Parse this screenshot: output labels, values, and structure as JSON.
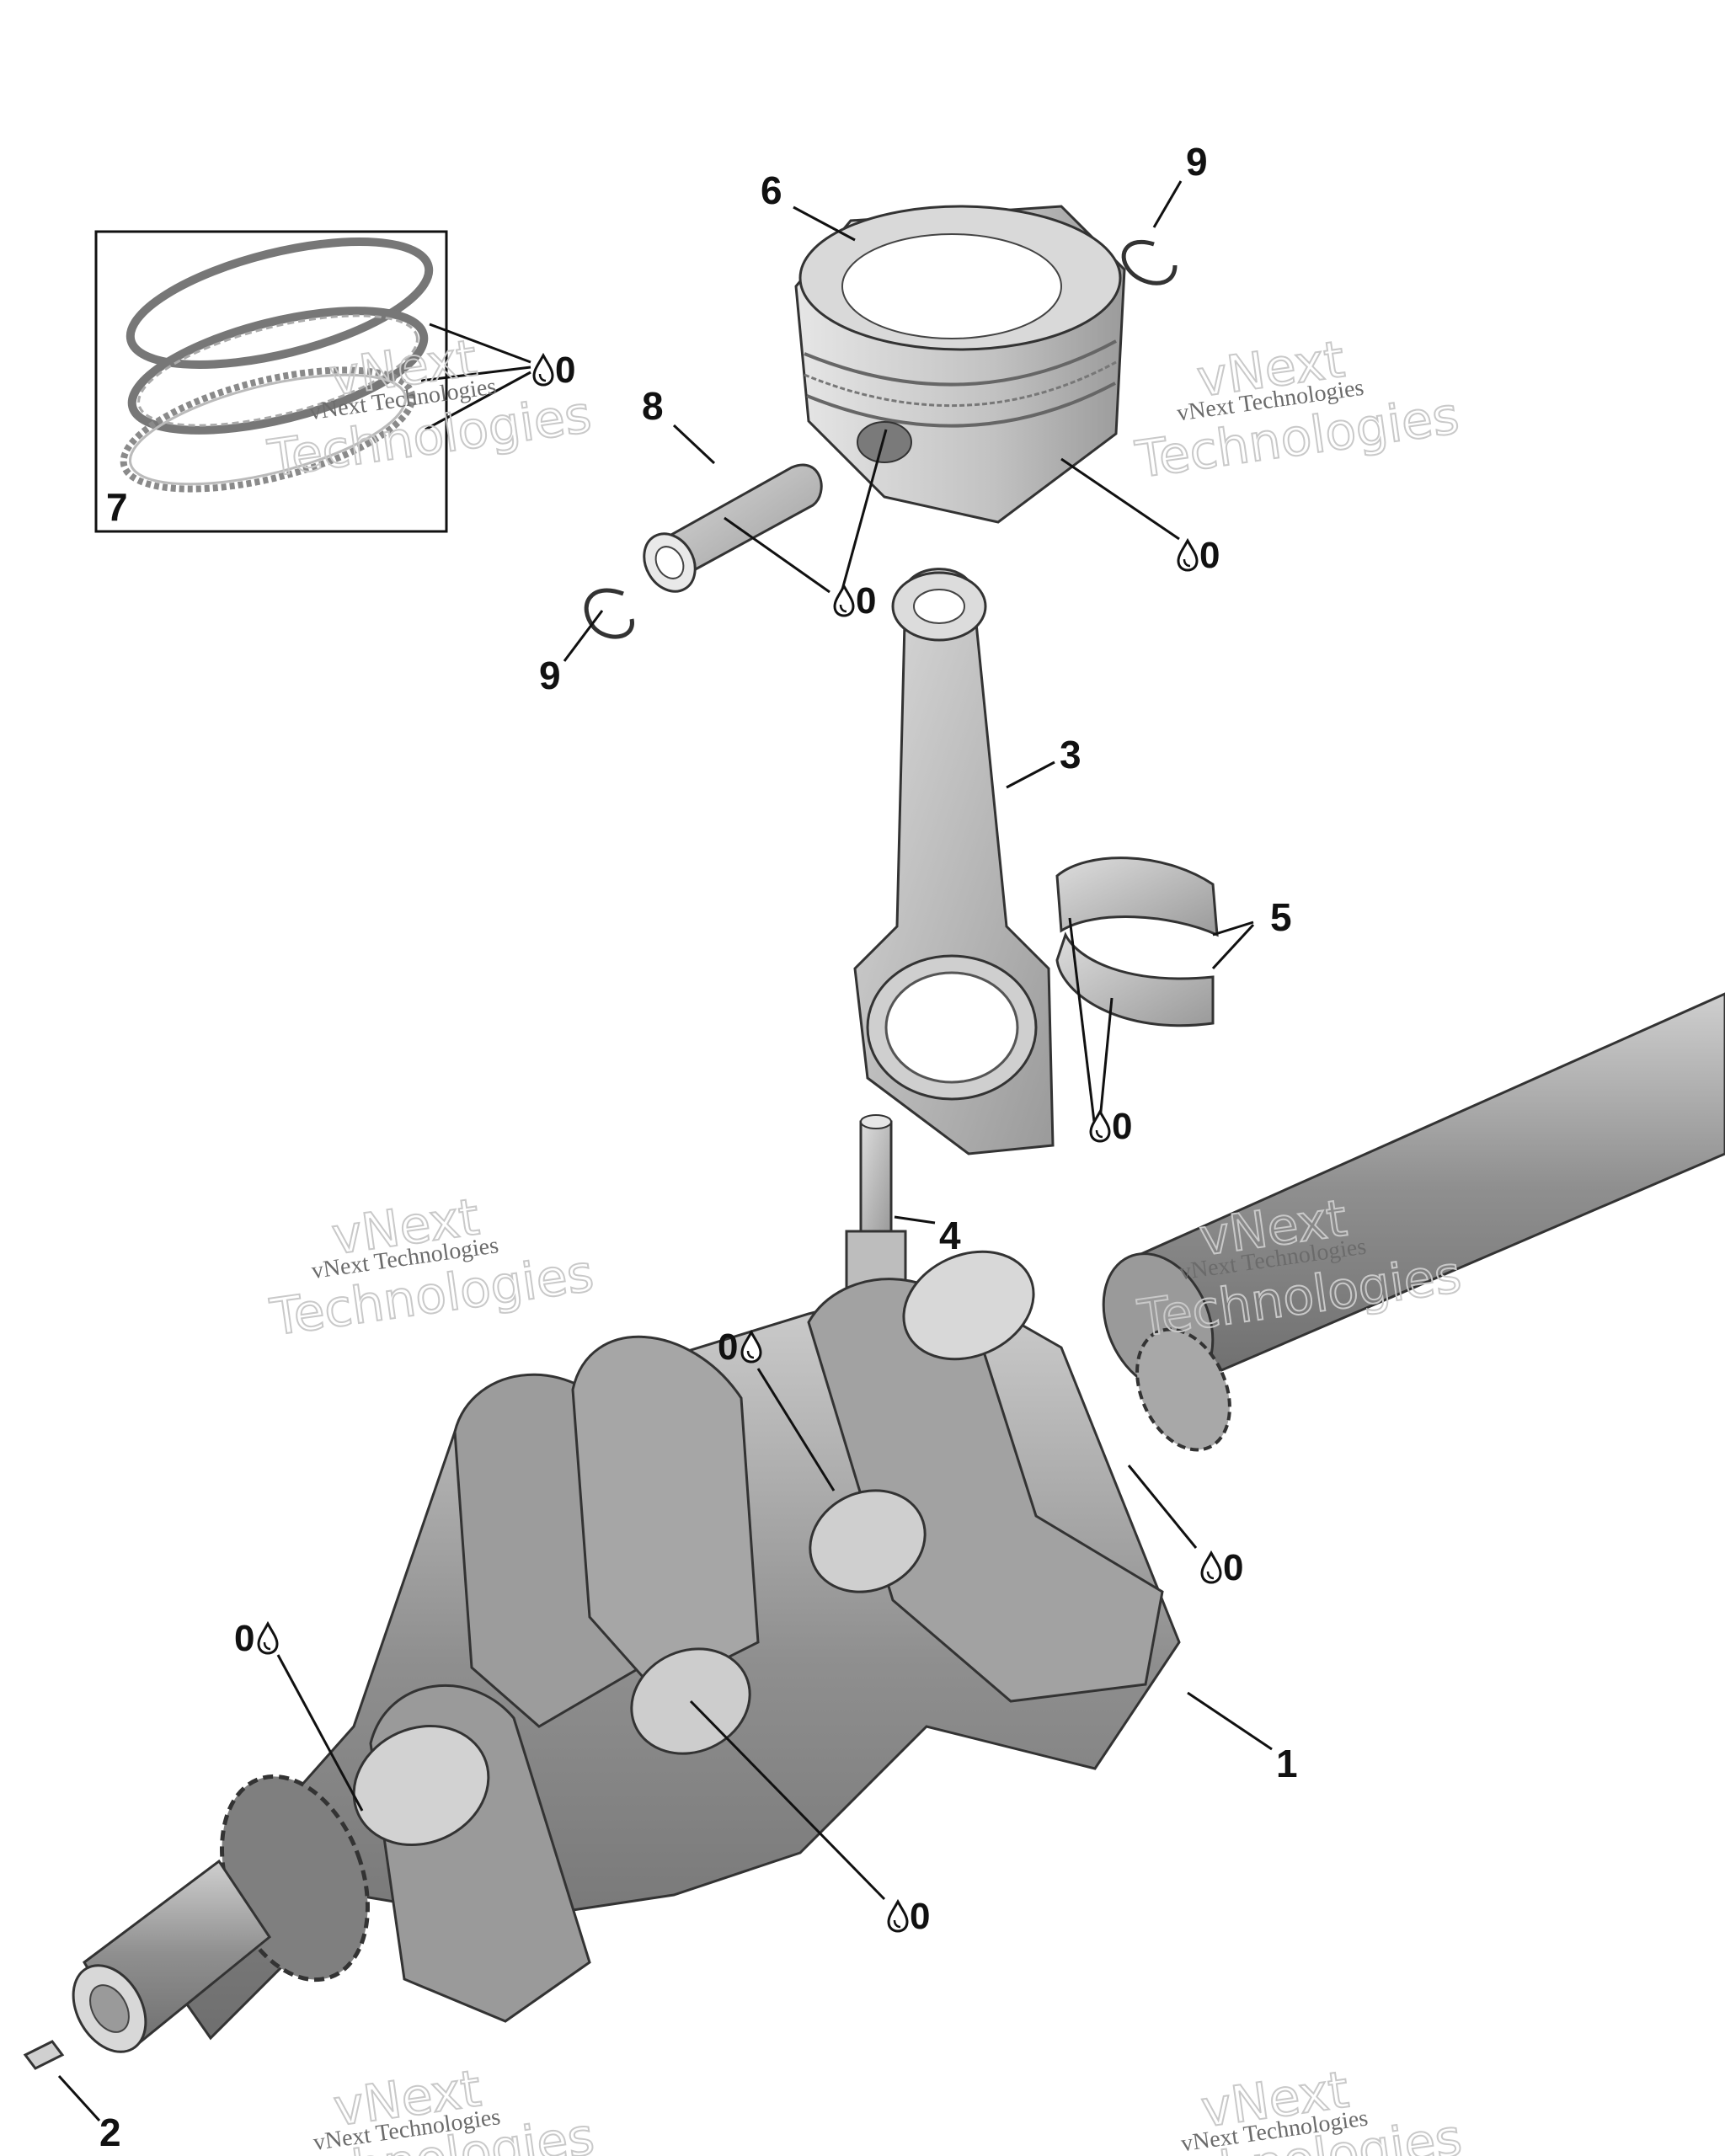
{
  "callouts": {
    "c1": "1",
    "c2": "2",
    "c3": "3",
    "c4": "4",
    "c5": "5",
    "c6": "6",
    "c7": "7",
    "c8": "8",
    "c9a": "9",
    "c9b": "9"
  },
  "oil_symbol": {
    "label": "0",
    "icon": "oil-drop-icon"
  },
  "watermark": {
    "line1": "vNext Technologies",
    "brand": "vNext",
    "brand2": "Technologies"
  },
  "colors": {
    "part_fill": "#b9b9b9",
    "part_dark": "#8e8e8e",
    "part_light": "#e2e2e2",
    "line": "#111111"
  }
}
